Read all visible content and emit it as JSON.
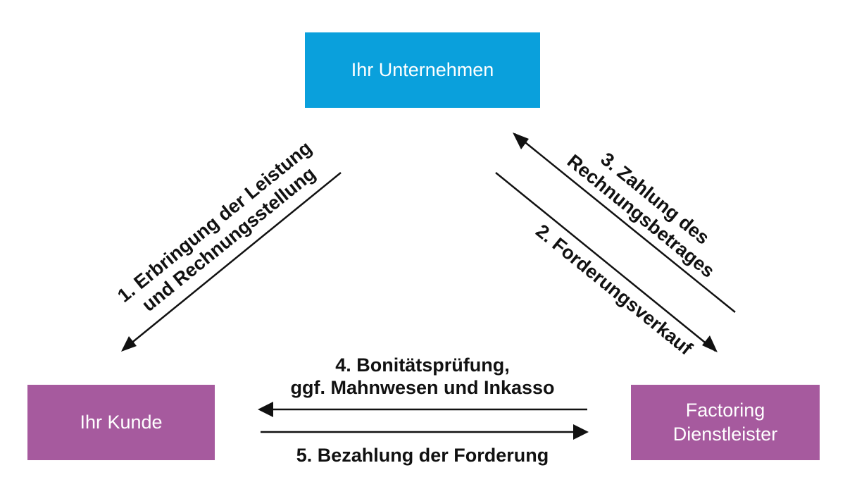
{
  "colors": {
    "company": "#0aa0dc",
    "customer": "#a65a9e",
    "factor": "#a65a9e",
    "arrow": "#111111"
  },
  "nodes": {
    "company": {
      "label": "Ihr Unternehmen"
    },
    "customer": {
      "label": "Ihr Kunde"
    },
    "factor": {
      "line1": "Factoring",
      "line2": "Dienstleister"
    }
  },
  "edges": {
    "e1": {
      "line1": "1. Erbringung der Leistung",
      "line2": "und Rechnungsstellung"
    },
    "e2": {
      "line1": "2. Forderungsverkauf"
    },
    "e3": {
      "line1": "3. Zahlung des",
      "line2": "Rechnungsbetrages"
    },
    "e4": {
      "line1": "4. Bonitätsprüfung,",
      "line2": "ggf. Mahnwesen und Inkasso"
    },
    "e5": {
      "line1": "5. Bezahlung der Forderung"
    }
  }
}
